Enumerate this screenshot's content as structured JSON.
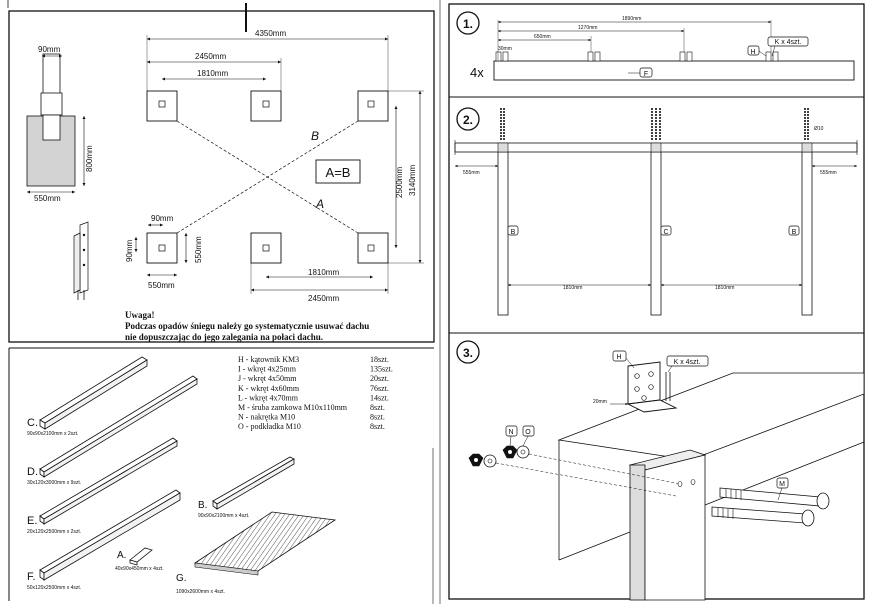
{
  "foundation": {
    "dims": {
      "d4350": "4350mm",
      "d2450_top": "2450mm",
      "d1810_top": "1810mm",
      "d2500": "2500mm",
      "d3140": "3140mm",
      "d1810_bot": "1810mm",
      "d2450_bot": "2450mm",
      "d90_a": "90mm",
      "d90_b": "90mm",
      "d90_c": "90mm",
      "d550_a": "550mm",
      "d550_b": "550mm",
      "d550_c": "550mm",
      "d800": "800mm"
    },
    "diag_b": "B",
    "diag_a": "A",
    "equation": "A=B",
    "note_title": "Uwaga!",
    "note_line1": "Podczas opadów śniegu należy go systematycznie usuwać dachu",
    "note_line2": "nie dopuszczając do jego zalegania na połaci dachu."
  },
  "parts": {
    "C": {
      "letter": "C.",
      "desc": "90x90x2100mm x 2szt."
    },
    "D": {
      "letter": "D.",
      "desc": "30x120x3000mm x 9szt."
    },
    "E": {
      "letter": "E.",
      "desc": "20x120x2500mm x 2szt."
    },
    "F": {
      "letter": "F.",
      "desc": "50x120x2500mm x 4szt."
    },
    "A": {
      "letter": "A.",
      "desc": "40x90x450mm x 4szt."
    },
    "B": {
      "letter": "B.",
      "desc": "90x90x2100mm x 4szt."
    },
    "G": {
      "letter": "G.",
      "desc": "1090x2600mm x 4szt."
    }
  },
  "hardware": [
    {
      "name": "H - kątownik KM3",
      "qty": "18szt."
    },
    {
      "name": "I - wkręt 4x25mm",
      "qty": "135szt."
    },
    {
      "name": "J - wkręt 4x50mm",
      "qty": "20szt."
    },
    {
      "name": "K - wkręt 4x60mm",
      "qty": "76szt."
    },
    {
      "name": "L - wkręt 4x70mm",
      "qty": "14szt."
    },
    {
      "name": "M - śruba zamkowa M10x110mm",
      "qty": "8szt."
    },
    {
      "name": "N - nakrętka M10",
      "qty": "8szt."
    },
    {
      "name": "O - podkładka M10",
      "qty": "8szt."
    }
  ],
  "step1": {
    "num": "1.",
    "d1890": "1890mm",
    "d1270": "1270mm",
    "d650": "650mm",
    "d30": "30mm",
    "h": "H",
    "kx4": "K x 4szt.",
    "count": "4x",
    "f": "F"
  },
  "step2": {
    "num": "2.",
    "d555_l": "555mm",
    "d555_r": "555mm",
    "d1810_l": "1810mm",
    "d1810_r": "1810mm",
    "phi10": "Ø10",
    "b_l": "B",
    "c": "C",
    "b_r": "B"
  },
  "step3": {
    "num": "3.",
    "h": "H",
    "kx4": "K x 4szt.",
    "d20": "20mm",
    "n": "N",
    "o": "O",
    "m": "M"
  }
}
